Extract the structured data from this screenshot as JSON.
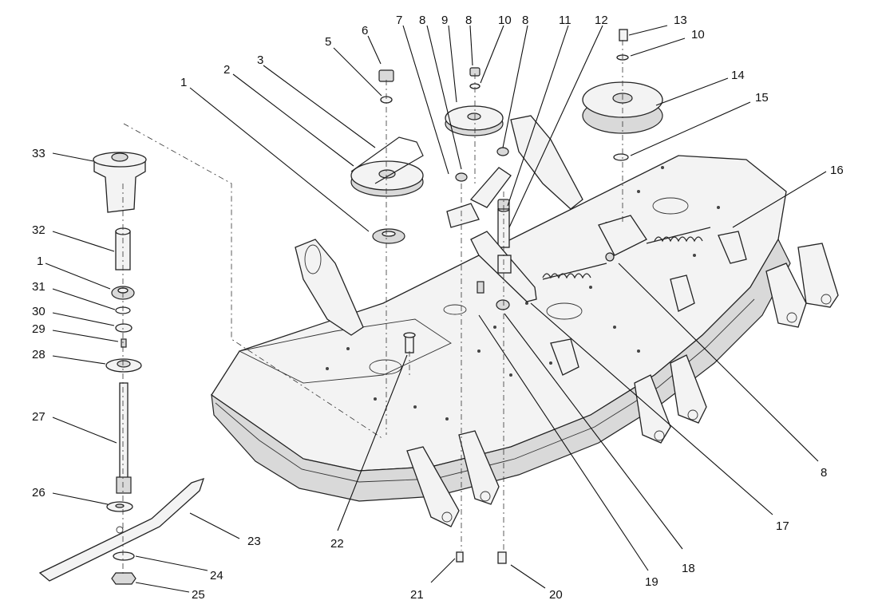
{
  "diagram": {
    "callouts": [
      {
        "id": "c1a",
        "text": "1"
      },
      {
        "id": "c2",
        "text": "2"
      },
      {
        "id": "c3",
        "text": "3"
      },
      {
        "id": "c5",
        "text": "5"
      },
      {
        "id": "c6",
        "text": "6"
      },
      {
        "id": "c7",
        "text": "7"
      },
      {
        "id": "c8a",
        "text": "8"
      },
      {
        "id": "c9",
        "text": "9"
      },
      {
        "id": "c8b",
        "text": "8"
      },
      {
        "id": "c10a",
        "text": "10"
      },
      {
        "id": "c8c",
        "text": "8"
      },
      {
        "id": "c11",
        "text": "11"
      },
      {
        "id": "c12",
        "text": "12"
      },
      {
        "id": "c13",
        "text": "13"
      },
      {
        "id": "c10b",
        "text": "10"
      },
      {
        "id": "c14",
        "text": "14"
      },
      {
        "id": "c15",
        "text": "15"
      },
      {
        "id": "c16",
        "text": "16"
      },
      {
        "id": "c33",
        "text": "33"
      },
      {
        "id": "c32",
        "text": "32"
      },
      {
        "id": "c1b",
        "text": "1"
      },
      {
        "id": "c31",
        "text": "31"
      },
      {
        "id": "c30",
        "text": "30"
      },
      {
        "id": "c29",
        "text": "29"
      },
      {
        "id": "c28",
        "text": "28"
      },
      {
        "id": "c27",
        "text": "27"
      },
      {
        "id": "c26",
        "text": "26"
      },
      {
        "id": "c23",
        "text": "23"
      },
      {
        "id": "c24",
        "text": "24"
      },
      {
        "id": "c25",
        "text": "25"
      },
      {
        "id": "c22",
        "text": "22"
      },
      {
        "id": "c21",
        "text": "21"
      },
      {
        "id": "c20",
        "text": "20"
      },
      {
        "id": "c19",
        "text": "19"
      },
      {
        "id": "c18",
        "text": "18"
      },
      {
        "id": "c17",
        "text": "17"
      },
      {
        "id": "c8d",
        "text": "8"
      }
    ]
  }
}
